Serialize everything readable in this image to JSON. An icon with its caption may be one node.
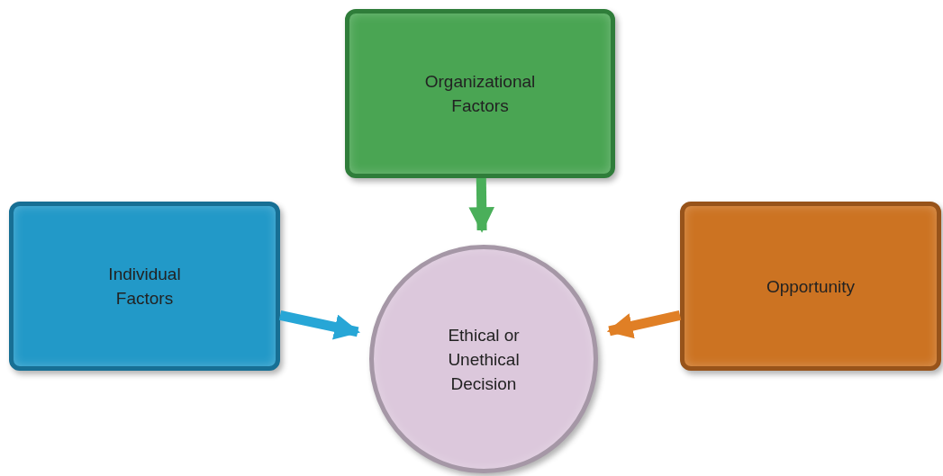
{
  "diagram": {
    "nodes": [
      {
        "text": [
          "Organizational Factors"
        ]
      },
      {
        "text": [
          "Individual Factors"
        ]
      },
      {
        "text": [
          "Opportunity"
        ]
      },
      {
        "text": [
          "Ethical or Unethical Decision"
        ]
      }
    ],
    "edges": [
      {
        "from": 0,
        "to": 3,
        "arrow": "to",
        "color": "#4aaf5a"
      },
      {
        "from": 1,
        "to": 3,
        "arrow": "to",
        "color": "#27a6d6"
      },
      {
        "from": 2,
        "to": 3,
        "arrow": "to",
        "color": "#e07f25"
      }
    ]
  }
}
